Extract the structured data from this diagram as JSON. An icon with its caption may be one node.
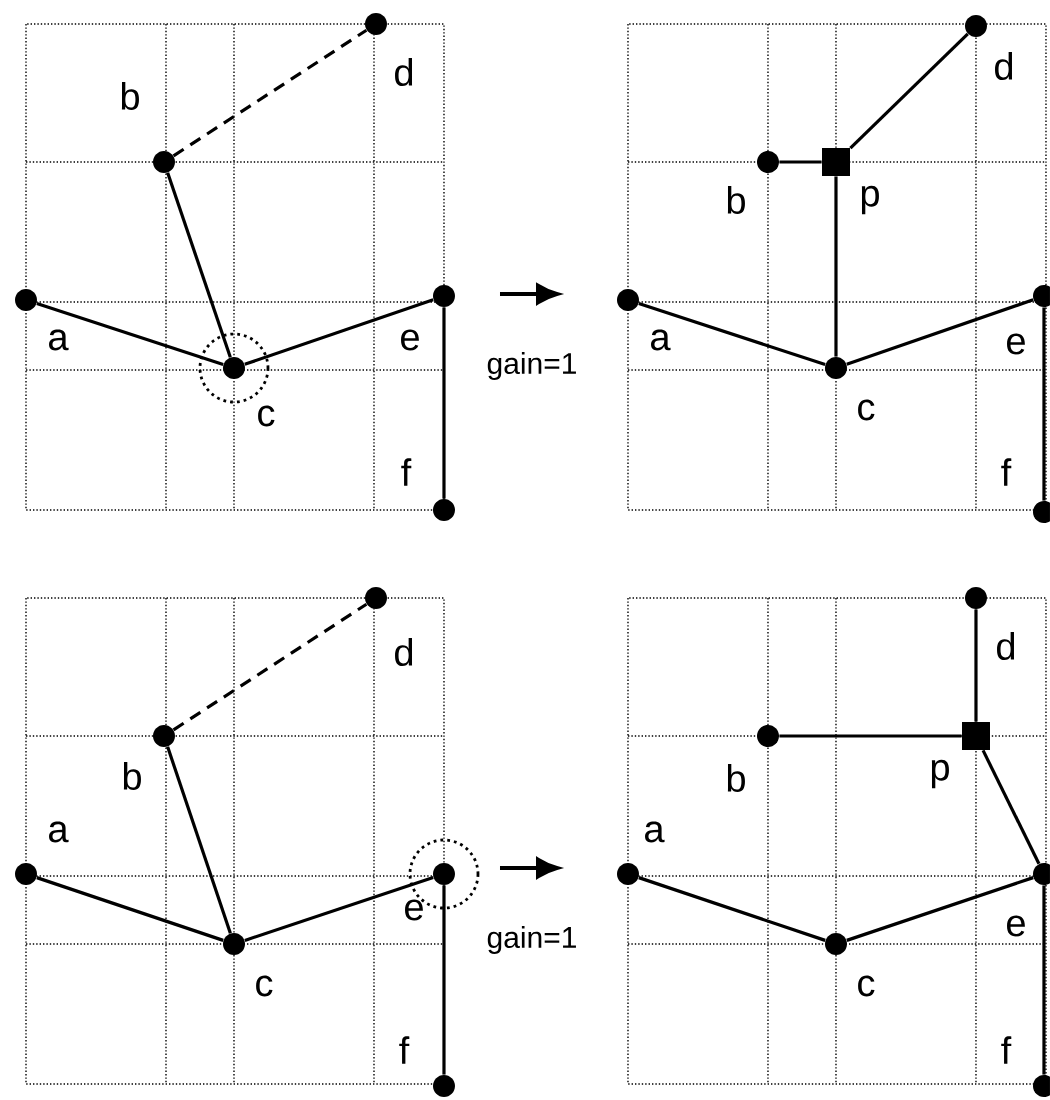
{
  "diagram": {
    "nodes": [
      {
        "text": [],
        "shape": "circle",
        "beside": [
          "a"
        ]
      },
      {
        "text": [],
        "shape": "circle",
        "beside": [
          "b"
        ]
      },
      {
        "text": [],
        "shape": "circle",
        "beside": [
          "c"
        ]
      },
      {
        "text": [],
        "shape": "circle",
        "beside": [
          "d"
        ]
      },
      {
        "text": [],
        "shape": "circle",
        "beside": [
          "e"
        ]
      },
      {
        "text": [],
        "shape": "circle",
        "beside": [
          "f"
        ]
      },
      {
        "text": [],
        "shape": "circle",
        "beside": [
          "a"
        ]
      },
      {
        "text": [],
        "shape": "circle",
        "beside": [
          "b"
        ]
      },
      {
        "text": [],
        "shape": "box",
        "beside": [
          "p"
        ]
      },
      {
        "text": [],
        "shape": "circle",
        "beside": [
          "c"
        ]
      },
      {
        "text": [],
        "shape": "circle",
        "beside": [
          "d"
        ]
      },
      {
        "text": [],
        "shape": "circle",
        "beside": [
          "e"
        ]
      },
      {
        "text": [],
        "shape": "circle",
        "beside": [
          "f"
        ]
      },
      {
        "text": [],
        "shape": "circle",
        "beside": [
          "a"
        ]
      },
      {
        "text": [],
        "shape": "circle",
        "beside": [
          "b"
        ]
      },
      {
        "text": [],
        "shape": "circle",
        "beside": [
          "c"
        ]
      },
      {
        "text": [],
        "shape": "circle",
        "beside": [
          "d"
        ]
      },
      {
        "text": [],
        "shape": "circle",
        "beside": [
          "e"
        ]
      },
      {
        "text": [],
        "shape": "circle",
        "beside": [
          "f"
        ]
      },
      {
        "text": [],
        "shape": "circle",
        "beside": [
          "a"
        ]
      },
      {
        "text": [],
        "shape": "circle",
        "beside": [
          "b"
        ]
      },
      {
        "text": [],
        "shape": "box",
        "beside": [
          "p"
        ]
      },
      {
        "text": [],
        "shape": "circle",
        "beside": [
          "c"
        ]
      },
      {
        "text": [],
        "shape": "circle",
        "beside": [
          "d"
        ]
      },
      {
        "text": [],
        "shape": "circle",
        "beside": [
          "e"
        ]
      },
      {
        "text": [],
        "shape": "circle",
        "beside": [
          "f"
        ]
      }
    ],
    "edges": [
      {
        "from": 1,
        "to": 3,
        "arrow": "none",
        "style": "dashed"
      },
      {
        "from": 1,
        "to": 2,
        "arrow": "none"
      },
      {
        "from": 0,
        "to": 2,
        "arrow": "none"
      },
      {
        "from": 2,
        "to": 4,
        "arrow": "none"
      },
      {
        "from": 4,
        "to": 5,
        "arrow": "none"
      },
      {
        "from": 7,
        "to": 8,
        "arrow": "none"
      },
      {
        "from": 8,
        "to": 10,
        "arrow": "none"
      },
      {
        "from": 8,
        "to": 9,
        "arrow": "none"
      },
      {
        "from": 6,
        "to": 9,
        "arrow": "none"
      },
      {
        "from": 9,
        "to": 11,
        "arrow": "none"
      },
      {
        "from": 11,
        "to": 12,
        "arrow": "none"
      },
      {
        "from": 14,
        "to": 16,
        "arrow": "none",
        "style": "dashed"
      },
      {
        "from": 14,
        "to": 15,
        "arrow": "none"
      },
      {
        "from": 13,
        "to": 15,
        "arrow": "none"
      },
      {
        "from": 15,
        "to": 17,
        "arrow": "none"
      },
      {
        "from": 17,
        "to": 18,
        "arrow": "none"
      },
      {
        "from": 23,
        "to": 21,
        "arrow": "none"
      },
      {
        "from": 20,
        "to": 21,
        "arrow": "none"
      },
      {
        "from": 21,
        "to": 24,
        "arrow": "none"
      },
      {
        "from": 19,
        "to": 22,
        "arrow": "none"
      },
      {
        "from": 22,
        "to": 24,
        "arrow": "none"
      },
      {
        "from": 24,
        "to": 25,
        "arrow": "none"
      }
    ],
    "labels": [
      "gain=1",
      "gain=1"
    ]
  }
}
